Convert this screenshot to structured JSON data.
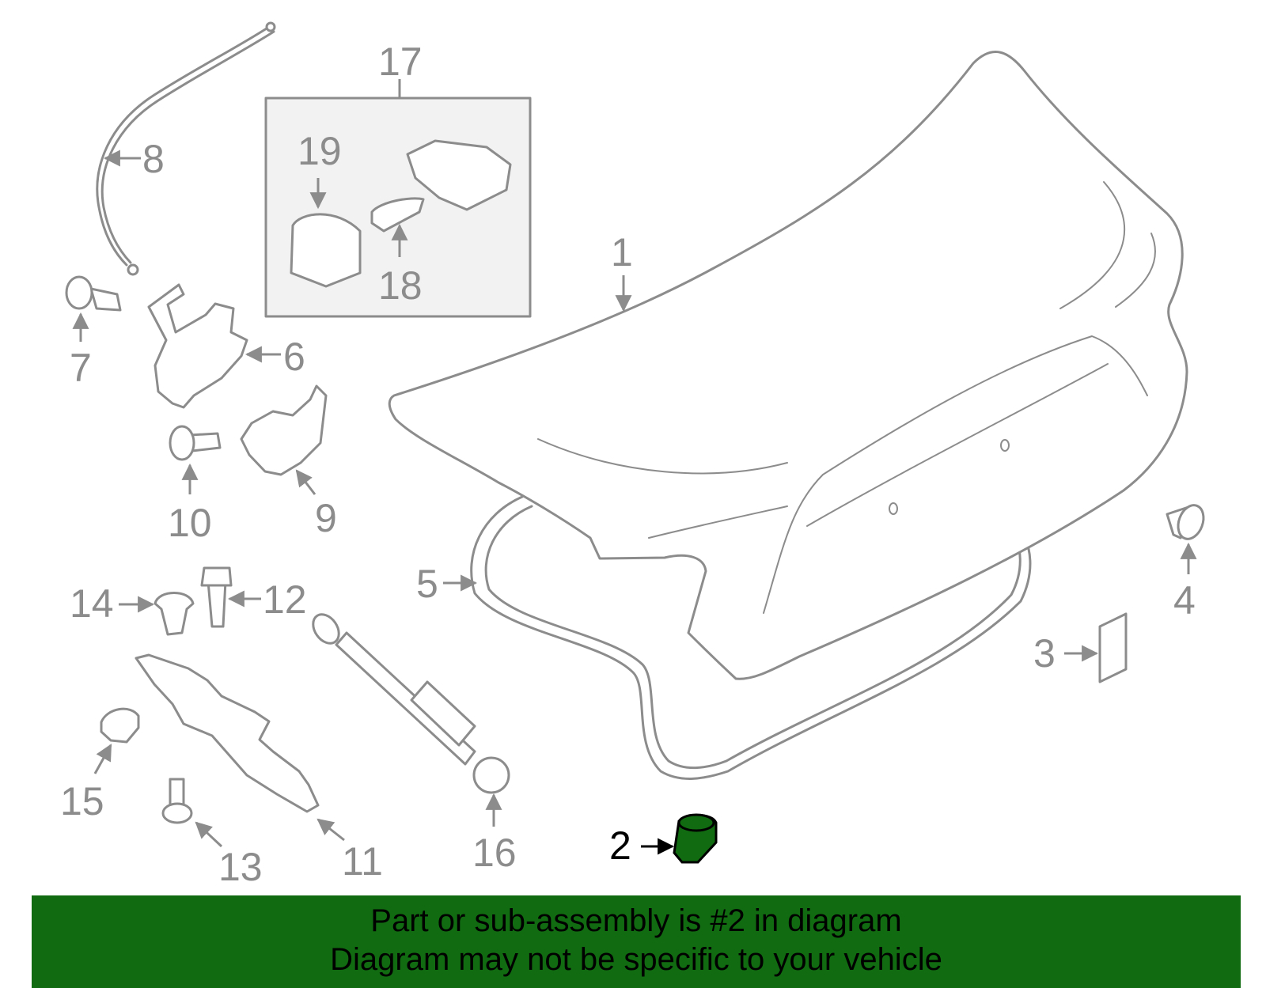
{
  "diagram": {
    "callouts": [
      "1",
      "2",
      "3",
      "4",
      "5",
      "6",
      "7",
      "8",
      "9",
      "10",
      "11",
      "12",
      "13",
      "14",
      "15",
      "16",
      "17",
      "18",
      "19"
    ],
    "highlighted_part": "2",
    "highlight_color": "#116b11",
    "line_color": "#8c8c8c"
  },
  "banner": {
    "line1": "Part or sub-assembly is #2 in diagram",
    "line2": "Diagram may not be specific to your vehicle",
    "background": "#116b11"
  }
}
